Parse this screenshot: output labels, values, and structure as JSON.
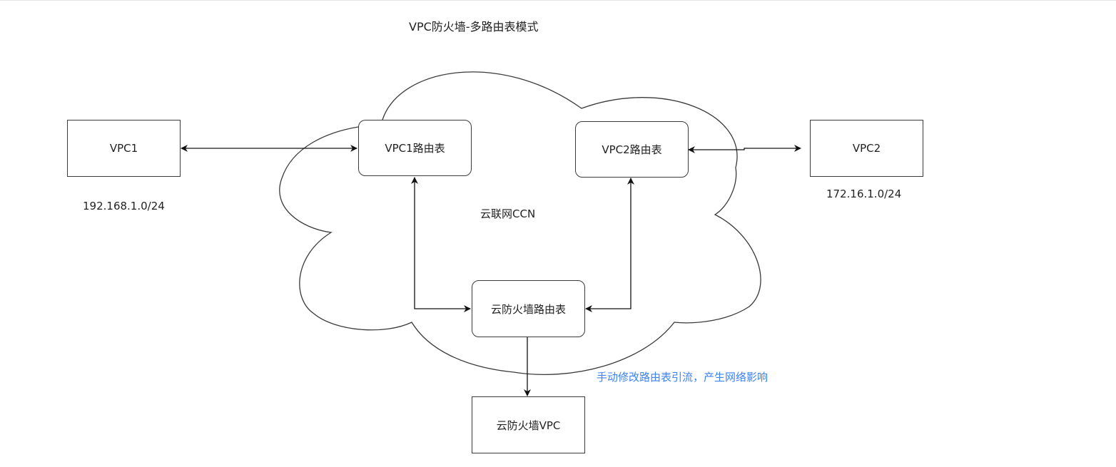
{
  "diagram": {
    "title": "VPC防火墙-多路由表模式",
    "cloud_label": "云联网CCN",
    "nodes": {
      "vpc1": {
        "label": "VPC1",
        "cidr": "192.168.1.0/24"
      },
      "vpc2": {
        "label": "VPC2",
        "cidr": "172.16.1.0/24"
      },
      "vpc1_route_table": {
        "label": "VPC1路由表"
      },
      "vpc2_route_table": {
        "label": "VPC2路由表"
      },
      "firewall_route_table": {
        "label": "云防火墙路由表"
      },
      "firewall_vpc": {
        "label": "云防火墙VPC"
      }
    },
    "edges": [
      {
        "from": "VPC1",
        "to": "VPC1路由表",
        "direction": "bidirectional"
      },
      {
        "from": "VPC2路由表",
        "to": "VPC2",
        "direction": "bidirectional"
      },
      {
        "from": "VPC1路由表",
        "to": "云防火墙路由表",
        "direction": "bidirectional"
      },
      {
        "from": "VPC2路由表",
        "to": "云防火墙路由表",
        "direction": "bidirectional"
      },
      {
        "from": "云防火墙路由表",
        "to": "云防火墙VPC",
        "direction": "forward"
      }
    ],
    "annotation": "手动修改路由表引流，产生网络影响",
    "colors": {
      "stroke": "#3a3a3a",
      "annotation": "#3b82f6"
    }
  }
}
